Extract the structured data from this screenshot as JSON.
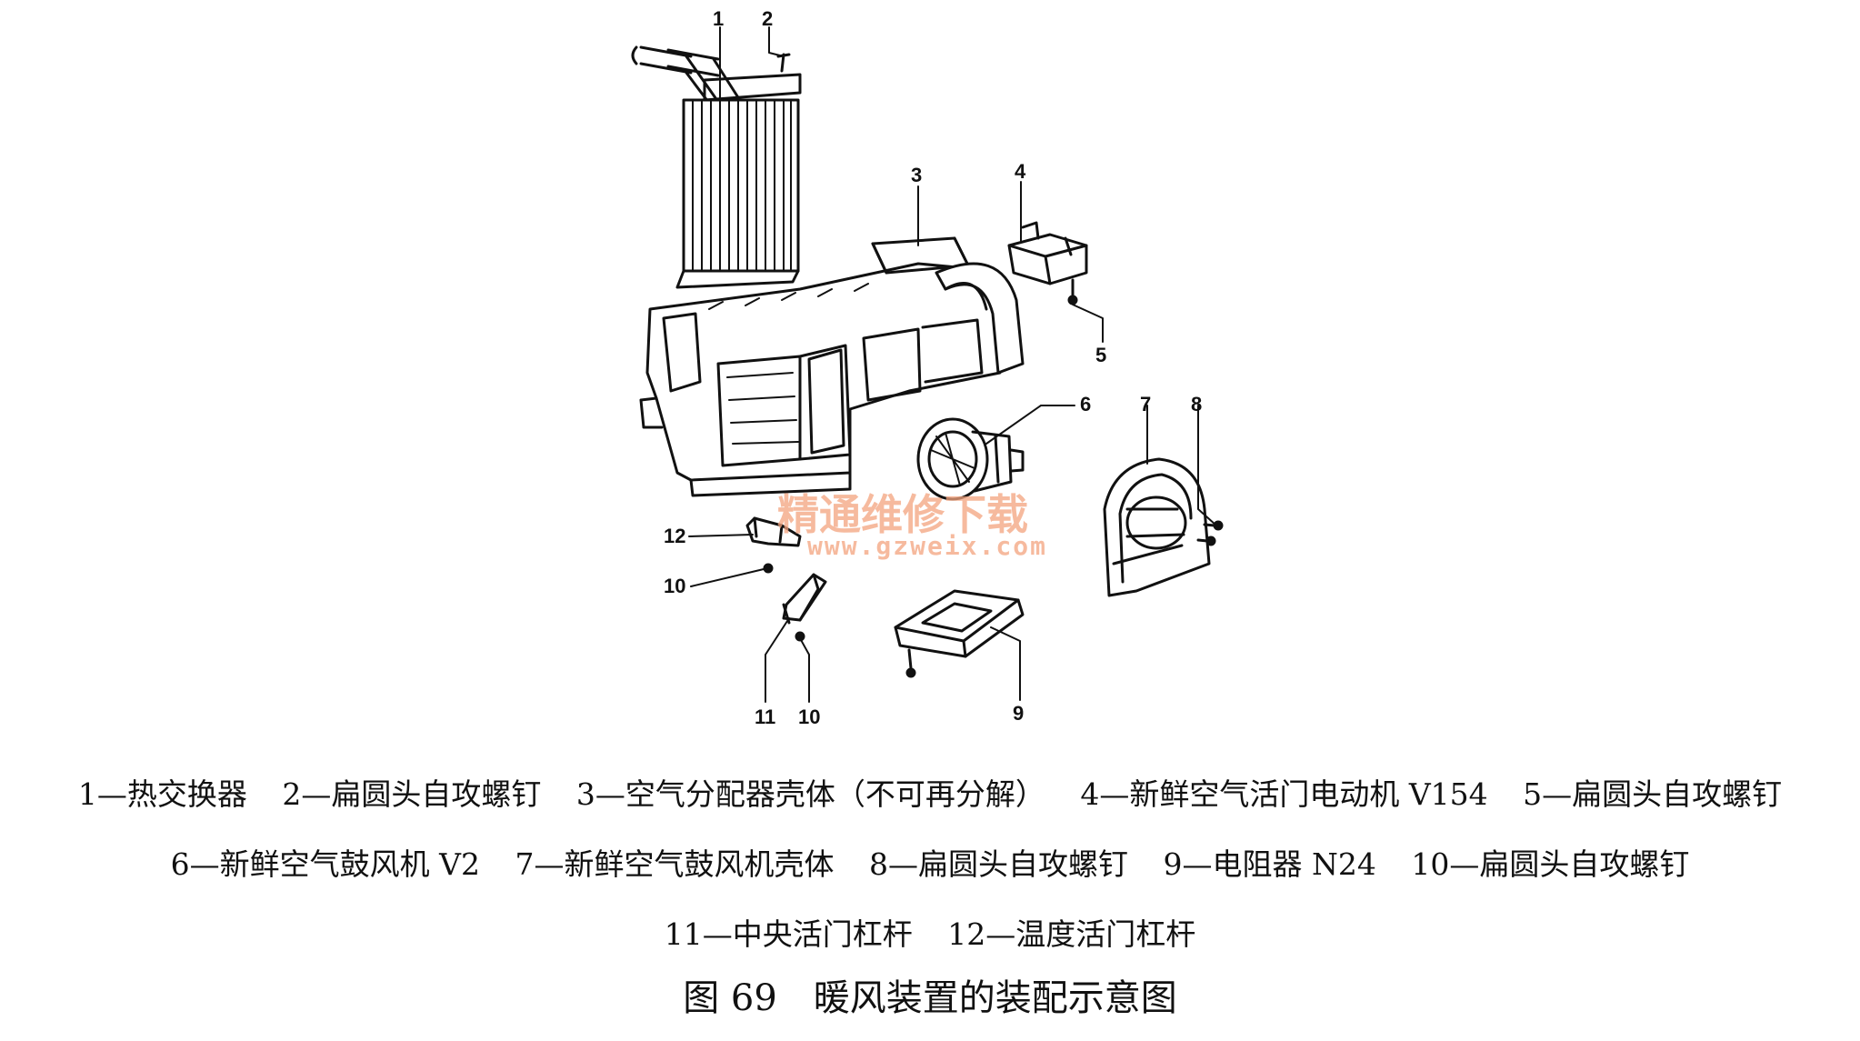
{
  "watermark": {
    "text": "精通维修下载",
    "url": "www.gzweix.com"
  },
  "callouts": [
    "1",
    "2",
    "3",
    "4",
    "5",
    "6",
    "7",
    "8",
    "9",
    "10",
    "10",
    "11",
    "12"
  ],
  "legend": {
    "line1": [
      "1—热交换器",
      "2—扁圆头自攻螺钉",
      "3—空气分配器壳体（不可再分解）",
      "4—新鲜空气活门电动机 V154",
      "5—扁圆头自攻螺钉"
    ],
    "line2": [
      "6—新鲜空气鼓风机 V2",
      "7—新鲜空气鼓风机壳体",
      "8—扁圆头自攻螺钉",
      "9—电阻器 N24",
      "10—扁圆头自攻螺钉"
    ],
    "line3": [
      "11—中央活门杠杆",
      "12—温度活门杠杆"
    ]
  },
  "figure_title": "图 69　暖风装置的装配示意图"
}
